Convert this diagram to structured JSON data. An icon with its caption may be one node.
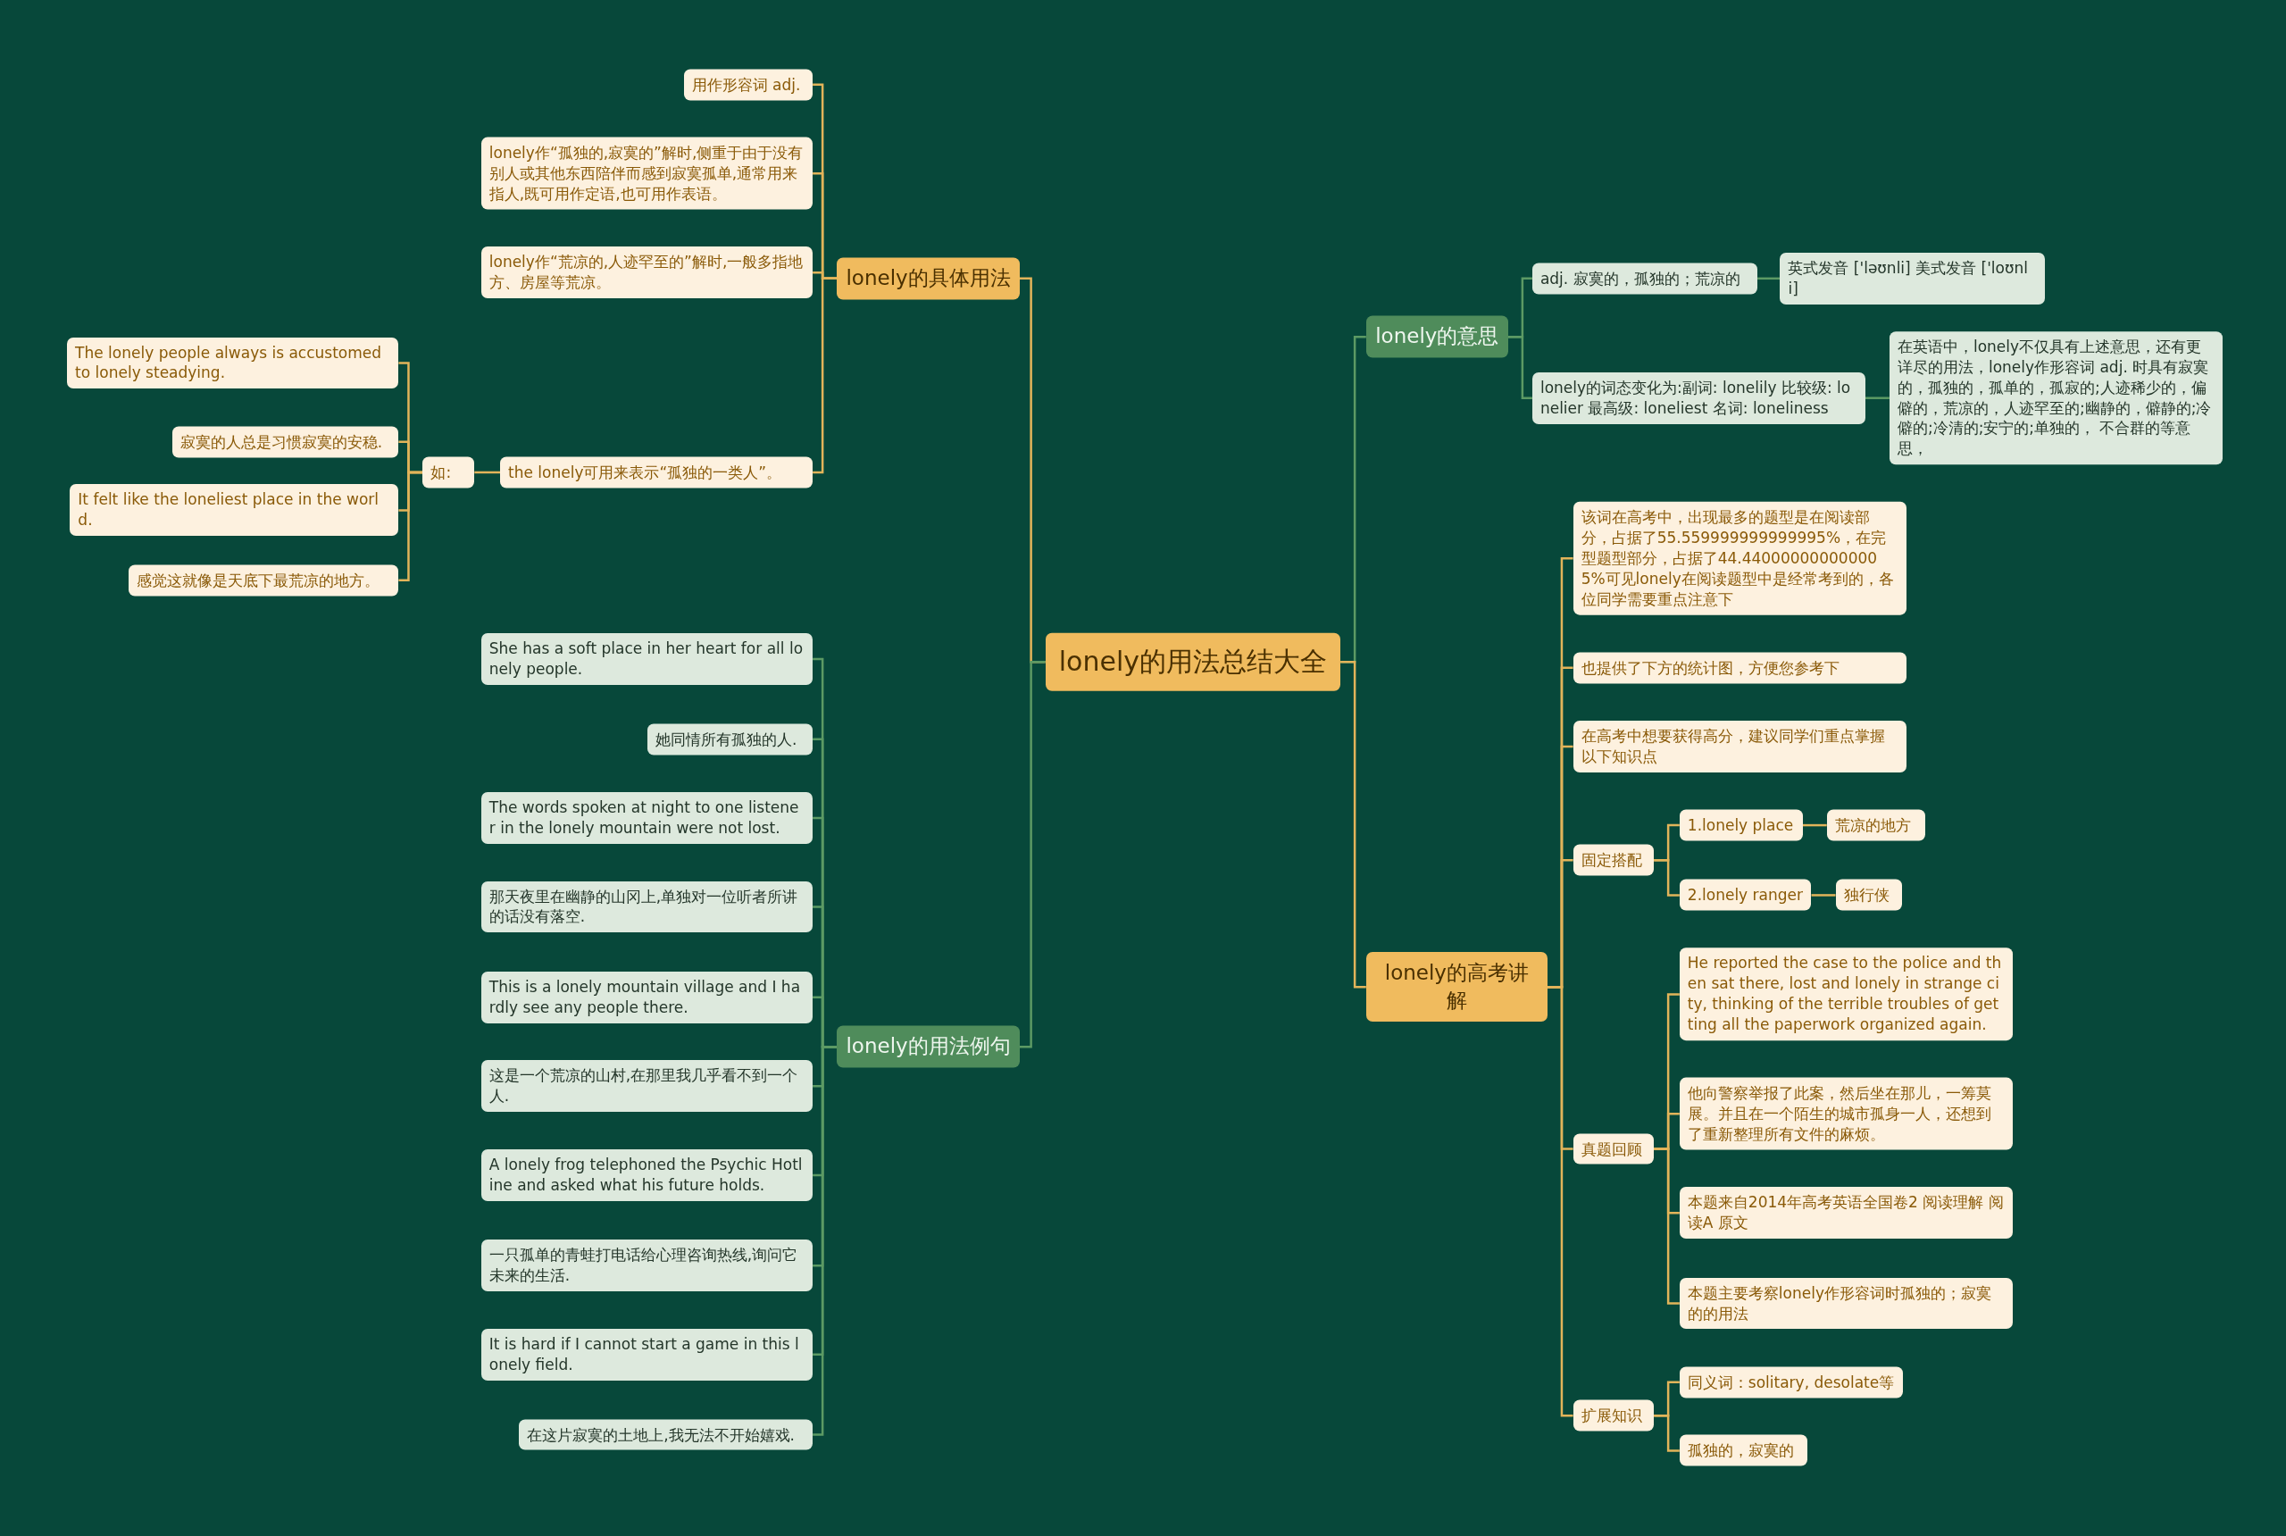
{
  "diagram": {
    "nodes": [
      {
        "text": [
          "lonely的用法总结大全"
        ]
      },
      {
        "text": [
          "lonely的具体用法"
        ]
      },
      {
        "text": [
          "用作形容词 adj."
        ]
      },
      {
        "text": [
          "lonely作“孤独的,寂寞的”解时,侧重于由于没有别人或其他东西陪伴而感到寂寞孤单,通常用来指人,既可用作定语,也可用作表语。"
        ]
      },
      {
        "text": [
          "lonely作“荒凉的,人迹罕至的”解时,一般多指地方、房屋等荒凉。"
        ]
      },
      {
        "text": [
          "the lonely可用来表示“孤独的一类人”。"
        ]
      },
      {
        "text": [
          "如:"
        ]
      },
      {
        "text": [
          "The lonely people always is accustomed to lonely steadying."
        ]
      },
      {
        "text": [
          "寂寞的人总是习惯寂寞的安稳."
        ]
      },
      {
        "text": [
          "It felt like the loneliest place in the world."
        ]
      },
      {
        "text": [
          "感觉这就像是天底下最荒凉的地方。"
        ]
      },
      {
        "text": [
          "lonely的用法例句"
        ]
      },
      {
        "text": [
          "She has a soft place in her heart for all lonely people."
        ]
      },
      {
        "text": [
          "她同情所有孤独的人."
        ]
      },
      {
        "text": [
          "The words spoken at night to one listener in the lonely mountain were not lost."
        ]
      },
      {
        "text": [
          "那天夜里在幽静的山冈上,单独对一位听者所讲的话没有落空."
        ]
      },
      {
        "text": [
          "This is a lonely mountain village and I hardly see any people there."
        ]
      },
      {
        "text": [
          "这是一个荒凉的山村,在那里我几乎看不到一个人."
        ]
      },
      {
        "text": [
          "A lonely frog telephoned the Psychic Hotline and asked what his future holds."
        ]
      },
      {
        "text": [
          "一只孤单的青蛙打电话给心理咨询热线,询问它未来的生活."
        ]
      },
      {
        "text": [
          "It is hard if I cannot start a game in this lonely field."
        ]
      },
      {
        "text": [
          "在这片寂寞的土地上,我无法不开始嬉戏."
        ]
      },
      {
        "text": [
          "lonely的意思"
        ]
      },
      {
        "text": [
          "adj. 寂寞的，孤独的；荒凉的"
        ]
      },
      {
        "text": [
          "英式发音 ['ləʊnli] 美式发音 ['loʊnli]"
        ]
      },
      {
        "text": [
          "lonely的词态变化为:副词: lonelily 比较级: lonelier 最高级: loneliest 名词: loneliness"
        ]
      },
      {
        "text": [
          "在英语中，lonely不仅具有上述意思，还有更详尽的用法，lonely作形容词 adj. 时具有寂寞的，孤独的，孤单的，孤寂的;人迹稀少的，偏僻的，荒凉的，人迹罕至的;幽静的，僻静的;冷僻的;冷清的;安宁的;单独的， 不合群的等意思，"
        ]
      },
      {
        "text": [
          "lonely的高考讲解"
        ]
      },
      {
        "text": [
          "该词在高考中，出现最多的题型是在阅读部分，占据了55.559999999999995%，在完型题型部分，占据了44.440000000000005%可见lonely在阅读题型中是经常考到的，各位同学需要重点注意下"
        ]
      },
      {
        "text": [
          "也提供了下方的统计图，方便您参考下"
        ]
      },
      {
        "text": [
          "在高考中想要获得高分，建议同学们重点掌握以下知识点"
        ]
      },
      {
        "text": [
          "固定搭配"
        ]
      },
      {
        "text": [
          "1.lonely place"
        ]
      },
      {
        "text": [
          "荒凉的地方"
        ]
      },
      {
        "text": [
          "2.lonely ranger"
        ]
      },
      {
        "text": [
          "独行侠"
        ]
      },
      {
        "text": [
          "真题回顾"
        ]
      },
      {
        "text": [
          "He reported the case to the police and then sat there, lost and lonely in strange city, thinking of the terrible troubles of getting all the paperwork organized again."
        ]
      },
      {
        "text": [
          "他向警察举报了此案，然后坐在那儿，一筹莫展。并且在一个陌生的城市孤身一人，还想到了重新整理所有文件的麻烦。"
        ]
      },
      {
        "text": [
          "本题来自2014年高考英语全国卷2 阅读理解 阅读A 原文"
        ]
      },
      {
        "text": [
          "本题主要考察lonely作形容词时孤独的；寂寞的的用法"
        ]
      },
      {
        "text": [
          "扩展知识"
        ]
      },
      {
        "text": [
          "同义词：solitary, desolate等"
        ]
      },
      {
        "text": [
          "孤独的，寂寞的"
        ]
      }
    ],
    "edges": [
      {
        "from": 0,
        "to": 1,
        "arrow": "none"
      },
      {
        "from": 1,
        "to": 2,
        "arrow": "none"
      },
      {
        "from": 1,
        "to": 3,
        "arrow": "none"
      },
      {
        "from": 1,
        "to": 4,
        "arrow": "none"
      },
      {
        "from": 1,
        "to": 5,
        "arrow": "none"
      },
      {
        "from": 5,
        "to": 6,
        "arrow": "none"
      },
      {
        "from": 6,
        "to": 7,
        "arrow": "none"
      },
      {
        "from": 6,
        "to": 8,
        "arrow": "none"
      },
      {
        "from": 6,
        "to": 9,
        "arrow": "none"
      },
      {
        "from": 6,
        "to": 10,
        "arrow": "none"
      },
      {
        "from": 0,
        "to": 11,
        "arrow": "none",
        "color": "#5c9a64"
      },
      {
        "from": 11,
        "to": 12,
        "arrow": "none",
        "color": "#5c9a64"
      },
      {
        "from": 11,
        "to": 13,
        "arrow": "none",
        "color": "#5c9a64"
      },
      {
        "from": 11,
        "to": 14,
        "arrow": "none",
        "color": "#5c9a64"
      },
      {
        "from": 11,
        "to": 15,
        "arrow": "none",
        "color": "#5c9a64"
      },
      {
        "from": 11,
        "to": 16,
        "arrow": "none",
        "color": "#5c9a64"
      },
      {
        "from": 11,
        "to": 17,
        "arrow": "none",
        "color": "#5c9a64"
      },
      {
        "from": 11,
        "to": 18,
        "arrow": "none",
        "color": "#5c9a64"
      },
      {
        "from": 11,
        "to": 19,
        "arrow": "none",
        "color": "#5c9a64"
      },
      {
        "from": 11,
        "to": 20,
        "arrow": "none",
        "color": "#5c9a64"
      },
      {
        "from": 11,
        "to": 21,
        "arrow": "none",
        "color": "#5c9a64"
      },
      {
        "from": 0,
        "to": 22,
        "arrow": "none",
        "color": "#5c9a64"
      },
      {
        "from": 22,
        "to": 23,
        "arrow": "none",
        "color": "#5c9a64"
      },
      {
        "from": 23,
        "to": 24,
        "arrow": "none",
        "color": "#5c9a64"
      },
      {
        "from": 22,
        "to": 25,
        "arrow": "none",
        "color": "#5c9a64"
      },
      {
        "from": 25,
        "to": 26,
        "arrow": "none",
        "color": "#5c9a64"
      },
      {
        "from": 0,
        "to": 27,
        "arrow": "none"
      },
      {
        "from": 27,
        "to": 28,
        "arrow": "none"
      },
      {
        "from": 27,
        "to": 29,
        "arrow": "none"
      },
      {
        "from": 27,
        "to": 30,
        "arrow": "none"
      },
      {
        "from": 27,
        "to": 31,
        "arrow": "none"
      },
      {
        "from": 31,
        "to": 32,
        "arrow": "none"
      },
      {
        "from": 32,
        "to": 33,
        "arrow": "none"
      },
      {
        "from": 31,
        "to": 34,
        "arrow": "none"
      },
      {
        "from": 34,
        "to": 35,
        "arrow": "none"
      },
      {
        "from": 27,
        "to": 36,
        "arrow": "none"
      },
      {
        "from": 36,
        "to": 37,
        "arrow": "none"
      },
      {
        "from": 36,
        "to": 38,
        "arrow": "none"
      },
      {
        "from": 36,
        "to": 39,
        "arrow": "none"
      },
      {
        "from": 36,
        "to": 40,
        "arrow": "none"
      },
      {
        "from": 27,
        "to": 41,
        "arrow": "none"
      },
      {
        "from": 41,
        "to": 42,
        "arrow": "none"
      },
      {
        "from": 41,
        "to": 43,
        "arrow": "none"
      }
    ]
  }
}
